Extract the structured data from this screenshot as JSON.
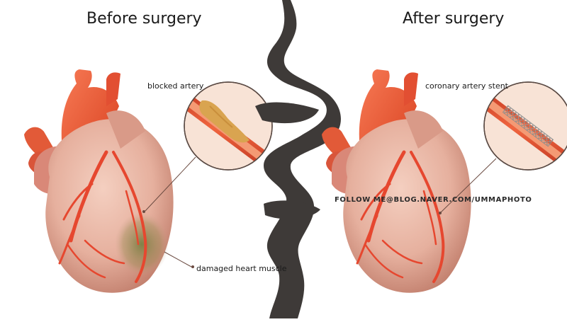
{
  "titles": {
    "before": "Before surgery",
    "after": "After surgery"
  },
  "labels": {
    "blocked_artery": "blocked artery",
    "stent": "coronary artery stent",
    "damaged_muscle": "damaged heart muscle"
  },
  "watermark": "FOLLOW ME@BLOG.NAVER.COM/UMMAPHOTO",
  "colors": {
    "heart_body": "#e8b4a4",
    "heart_shadow": "#c98a78",
    "aorta": "#ef5a3c",
    "artery": "#e6472f",
    "plaque": "#d9a450",
    "damage": "#8f8a55",
    "stent_mesh": "#8a8a8a",
    "divider": "#3e3a38",
    "zoom_bg": "#f8e3d6"
  },
  "icons": {
    "before_heart": "heart-illustration-icon",
    "after_heart": "heart-illustration-icon",
    "divider": "torn-divider-icon"
  }
}
